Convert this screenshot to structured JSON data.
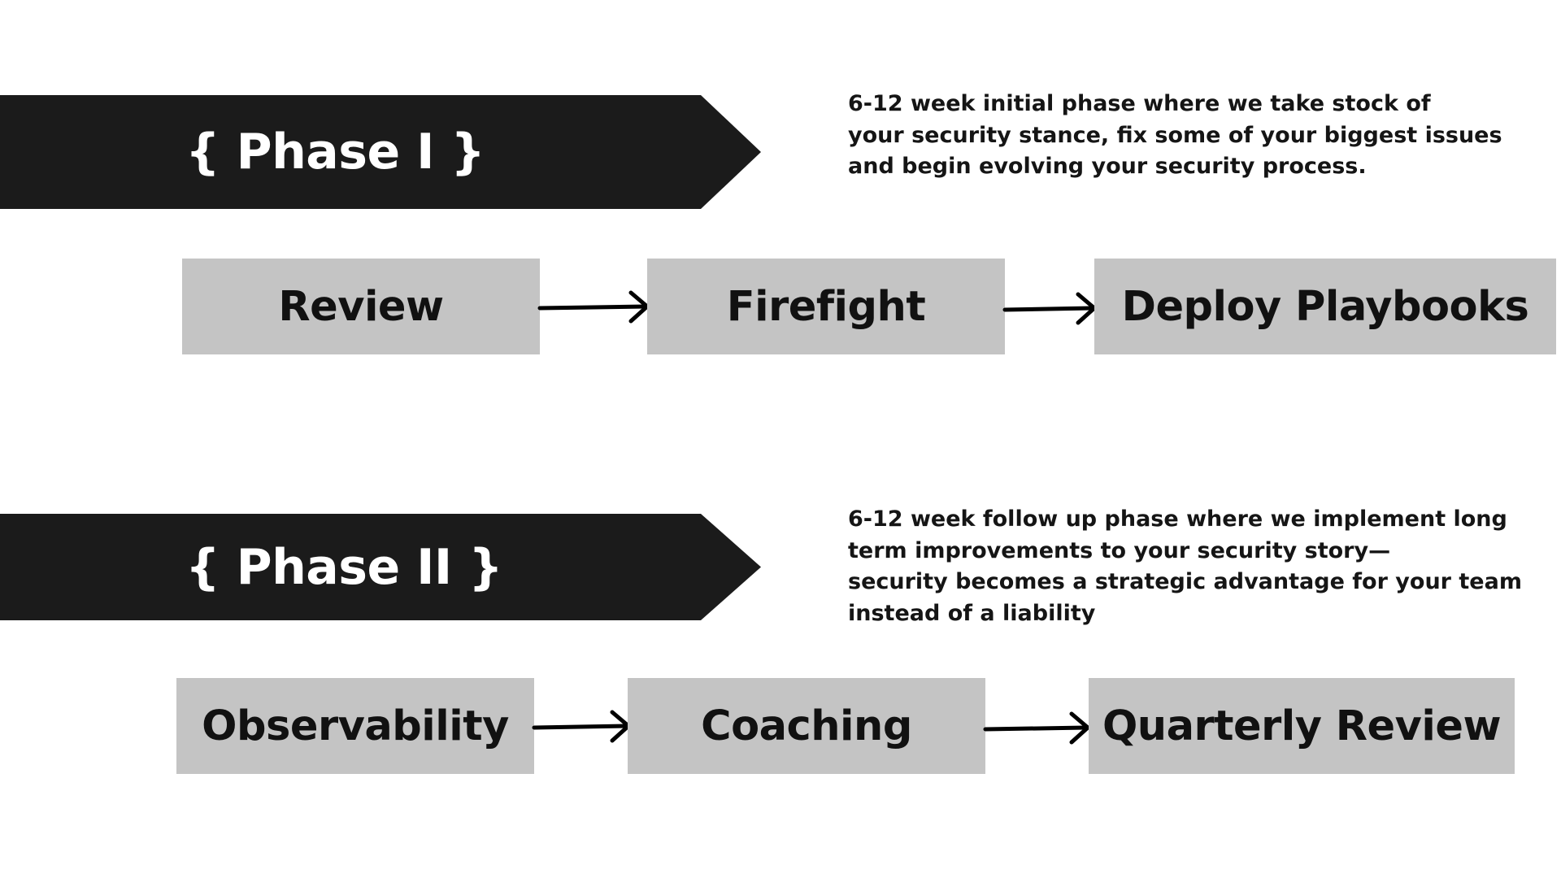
{
  "phases": [
    {
      "title": "{ Phase I }",
      "description": [
        "6-12 week initial phase where we take stock of",
        "your security stance, fix some of your biggest issues",
        "and begin evolving your security process."
      ],
      "steps": [
        "Review",
        "Firefight",
        "Deploy Playbooks"
      ]
    },
    {
      "title": "{ Phase II }",
      "description": [
        "6-12 week follow up phase where we implement long",
        "term improvements to your security story—",
        "security becomes a strategic advantage for your team",
        "instead of a liability"
      ],
      "steps": [
        "Observability",
        "Coaching",
        "Quarterly Review"
      ]
    }
  ],
  "colors": {
    "banner": "#1b1b1b",
    "step_box": "#c4c4c4",
    "text": "#111111",
    "background": "#ffffff"
  },
  "icons": {
    "connector": "right-arrow-icon"
  }
}
